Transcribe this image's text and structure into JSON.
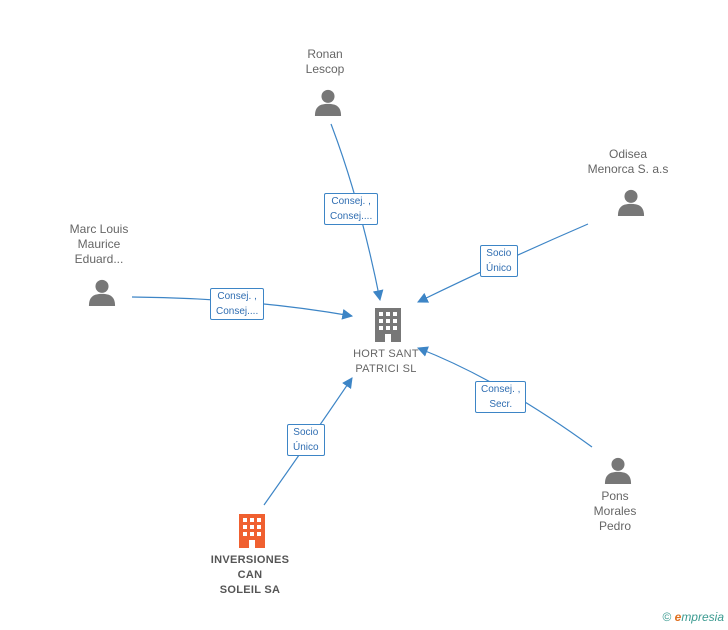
{
  "center": {
    "label_line1": "HORT SANT",
    "label_line2": "PATRICI  SL",
    "color": "#777777"
  },
  "nodes": {
    "ronan": {
      "line1": "Ronan",
      "line2": "Lescop"
    },
    "odisea": {
      "line1": "Odisea",
      "line2": "Menorca S. a.s"
    },
    "marc": {
      "line1": "Marc Louis",
      "line2": "Maurice",
      "line3": "Eduard..."
    },
    "pons": {
      "line1": "Pons",
      "line2": "Morales",
      "line3": "Pedro"
    },
    "inversiones": {
      "line1": "INVERSIONES",
      "line2": "CAN",
      "line3": "SOLEIL SA",
      "color": "#f06030"
    }
  },
  "edges": {
    "ronan": {
      "line1": "Consej. ,",
      "line2": "Consej...."
    },
    "odisea": {
      "line1": "Socio",
      "line2": "Único"
    },
    "marc": {
      "line1": "Consej. ,",
      "line2": "Consej...."
    },
    "pons": {
      "line1": "Consej. ,",
      "line2": "Secr."
    },
    "inversiones": {
      "line1": "Socio",
      "line2": "Único"
    }
  },
  "colors": {
    "edge": "#3d85c6",
    "person": "#777777"
  },
  "footer": {
    "copyright": "©",
    "brand_e": "e",
    "brand_rest": "mpresia"
  }
}
